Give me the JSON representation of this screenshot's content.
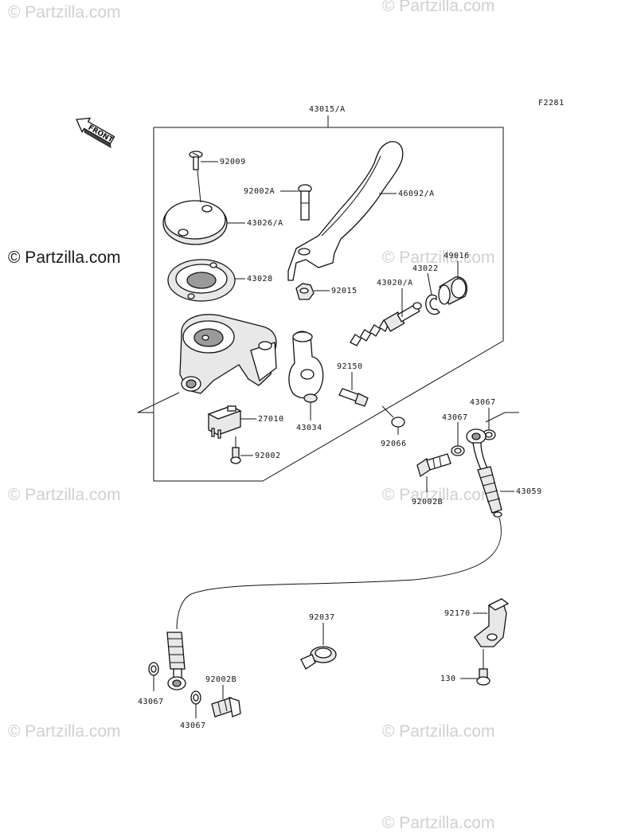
{
  "watermarks": [
    "© Partzilla.com",
    "© Partzilla.com",
    "© Partzilla.com",
    "© Partzilla.com",
    "© Partzilla.com",
    "© Partzilla.com",
    "© Partzilla.com",
    "© Partzilla.com",
    "© Partzilla.com"
  ],
  "figure_code": "F2281",
  "front_label": "FRONT",
  "assembly_label": "43015/A",
  "callouts": {
    "p92009": "92009",
    "p92002A": "92002A",
    "p46092A": "46092/A",
    "p43026A": "43026/A",
    "p43028": "43028",
    "p92015": "92015",
    "p43020A": "43020/A",
    "p43022": "43022",
    "p49016": "49016",
    "p92150": "92150",
    "p27010": "27010",
    "p43034": "43034",
    "p92002": "92002",
    "p92066": "92066",
    "p43067_a": "43067",
    "p43067_b": "43067",
    "p92002B_a": "92002B",
    "p43059": "43059",
    "p92037": "92037",
    "p92170": "92170",
    "p130": "130",
    "p43067_c": "43067",
    "p92002B_b": "92002B",
    "p43067_d": "43067"
  }
}
